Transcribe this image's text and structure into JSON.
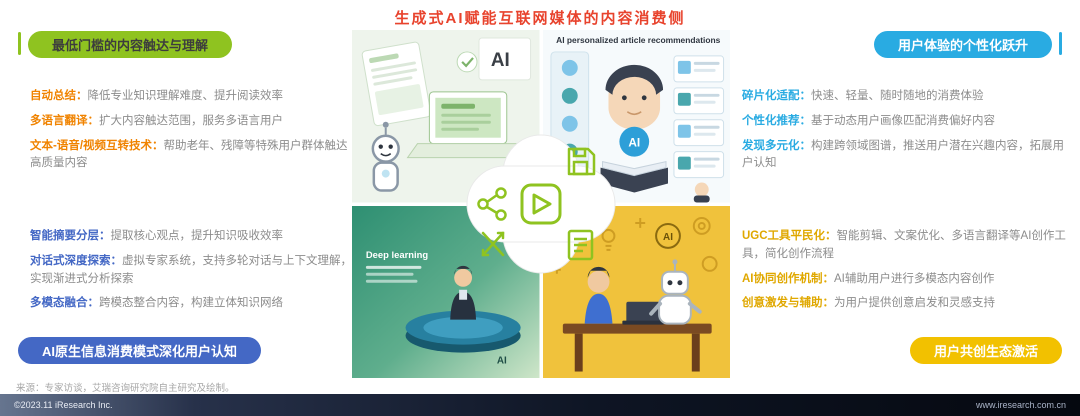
{
  "title": "生成式AI赋能互联网媒体的内容消费侧",
  "colors": {
    "title_red": "#e8432d",
    "pill_green": "#8fc320",
    "pill_cyan": "#29abe2",
    "pill_blue": "#4468c5",
    "pill_yellow": "#f2c100",
    "label_orange": "#f08300",
    "label_blue": "#4468c5",
    "label_cyan": "#29abe2",
    "label_gold": "#e0a800",
    "body_gray": "#8c8c8c"
  },
  "sections": {
    "left_top": {
      "header": "最低门槛的内容触达与理解",
      "items": [
        {
          "label": "自动总结：",
          "text": "降低专业知识理解难度、提升阅读效率"
        },
        {
          "label": "多语言翻译：",
          "text": "扩大内容触达范围，服务多语言用户"
        },
        {
          "label": "文本-语音/视频互转技术：",
          "text": "帮助老年、残障等特殊用户群体触达高质量内容"
        }
      ]
    },
    "left_bottom": {
      "items": [
        {
          "label": "智能摘要分层：",
          "text": "提取核心观点，提升知识吸收效率"
        },
        {
          "label": "对话式深度探索：",
          "text": "虚拟专家系统，支持多轮对话与上下文理解，实现渐进式分析探索"
        },
        {
          "label": "多模态融合：",
          "text": "跨模态整合内容，构建立体知识网络"
        }
      ],
      "footer_pill": "AI原生信息消费模式深化用户认知"
    },
    "right_top": {
      "header": "用户体验的个性化跃升",
      "items": [
        {
          "label": "碎片化适配：",
          "text": "快速、轻量、随时随地的消费体验"
        },
        {
          "label": "个性化推荐：",
          "text": "基于动态用户画像匹配消费偏好内容"
        },
        {
          "label": "发现多元化：",
          "text": "构建跨领域图谱，推送用户潜在兴趣内容，拓展用户认知"
        }
      ]
    },
    "right_bottom": {
      "items": [
        {
          "label": "UGC工具平民化：",
          "text": "智能剪辑、文案优化、多语言翻译等AI创作工具，简化创作流程"
        },
        {
          "label": "AI协同创作机制：",
          "text": "AI辅助用户进行多模态内容创作"
        },
        {
          "label": "创意激发与辅助：",
          "text": "为用户提供创意启发和灵感支持"
        }
      ],
      "footer_pill": "用户共创生态激活"
    }
  },
  "center": {
    "captions": {
      "recommendations": "AI personalized article recommendations",
      "deep_learning": "Deep learning"
    },
    "badges": {
      "panel_a": "AI",
      "panel_b": "AI",
      "panel_c": "AI",
      "panel_d": "AI"
    },
    "hub_icons": [
      "play-icon",
      "share-icon",
      "save-icon",
      "document-icon",
      "cross-arrows-icon"
    ]
  },
  "source_note": "来源：专家访谈，艾瑞咨询研究院自主研究及绘制。",
  "footer": {
    "copyright": "©2023.11 iResearch Inc.",
    "website": "www.iresearch.com.cn"
  }
}
